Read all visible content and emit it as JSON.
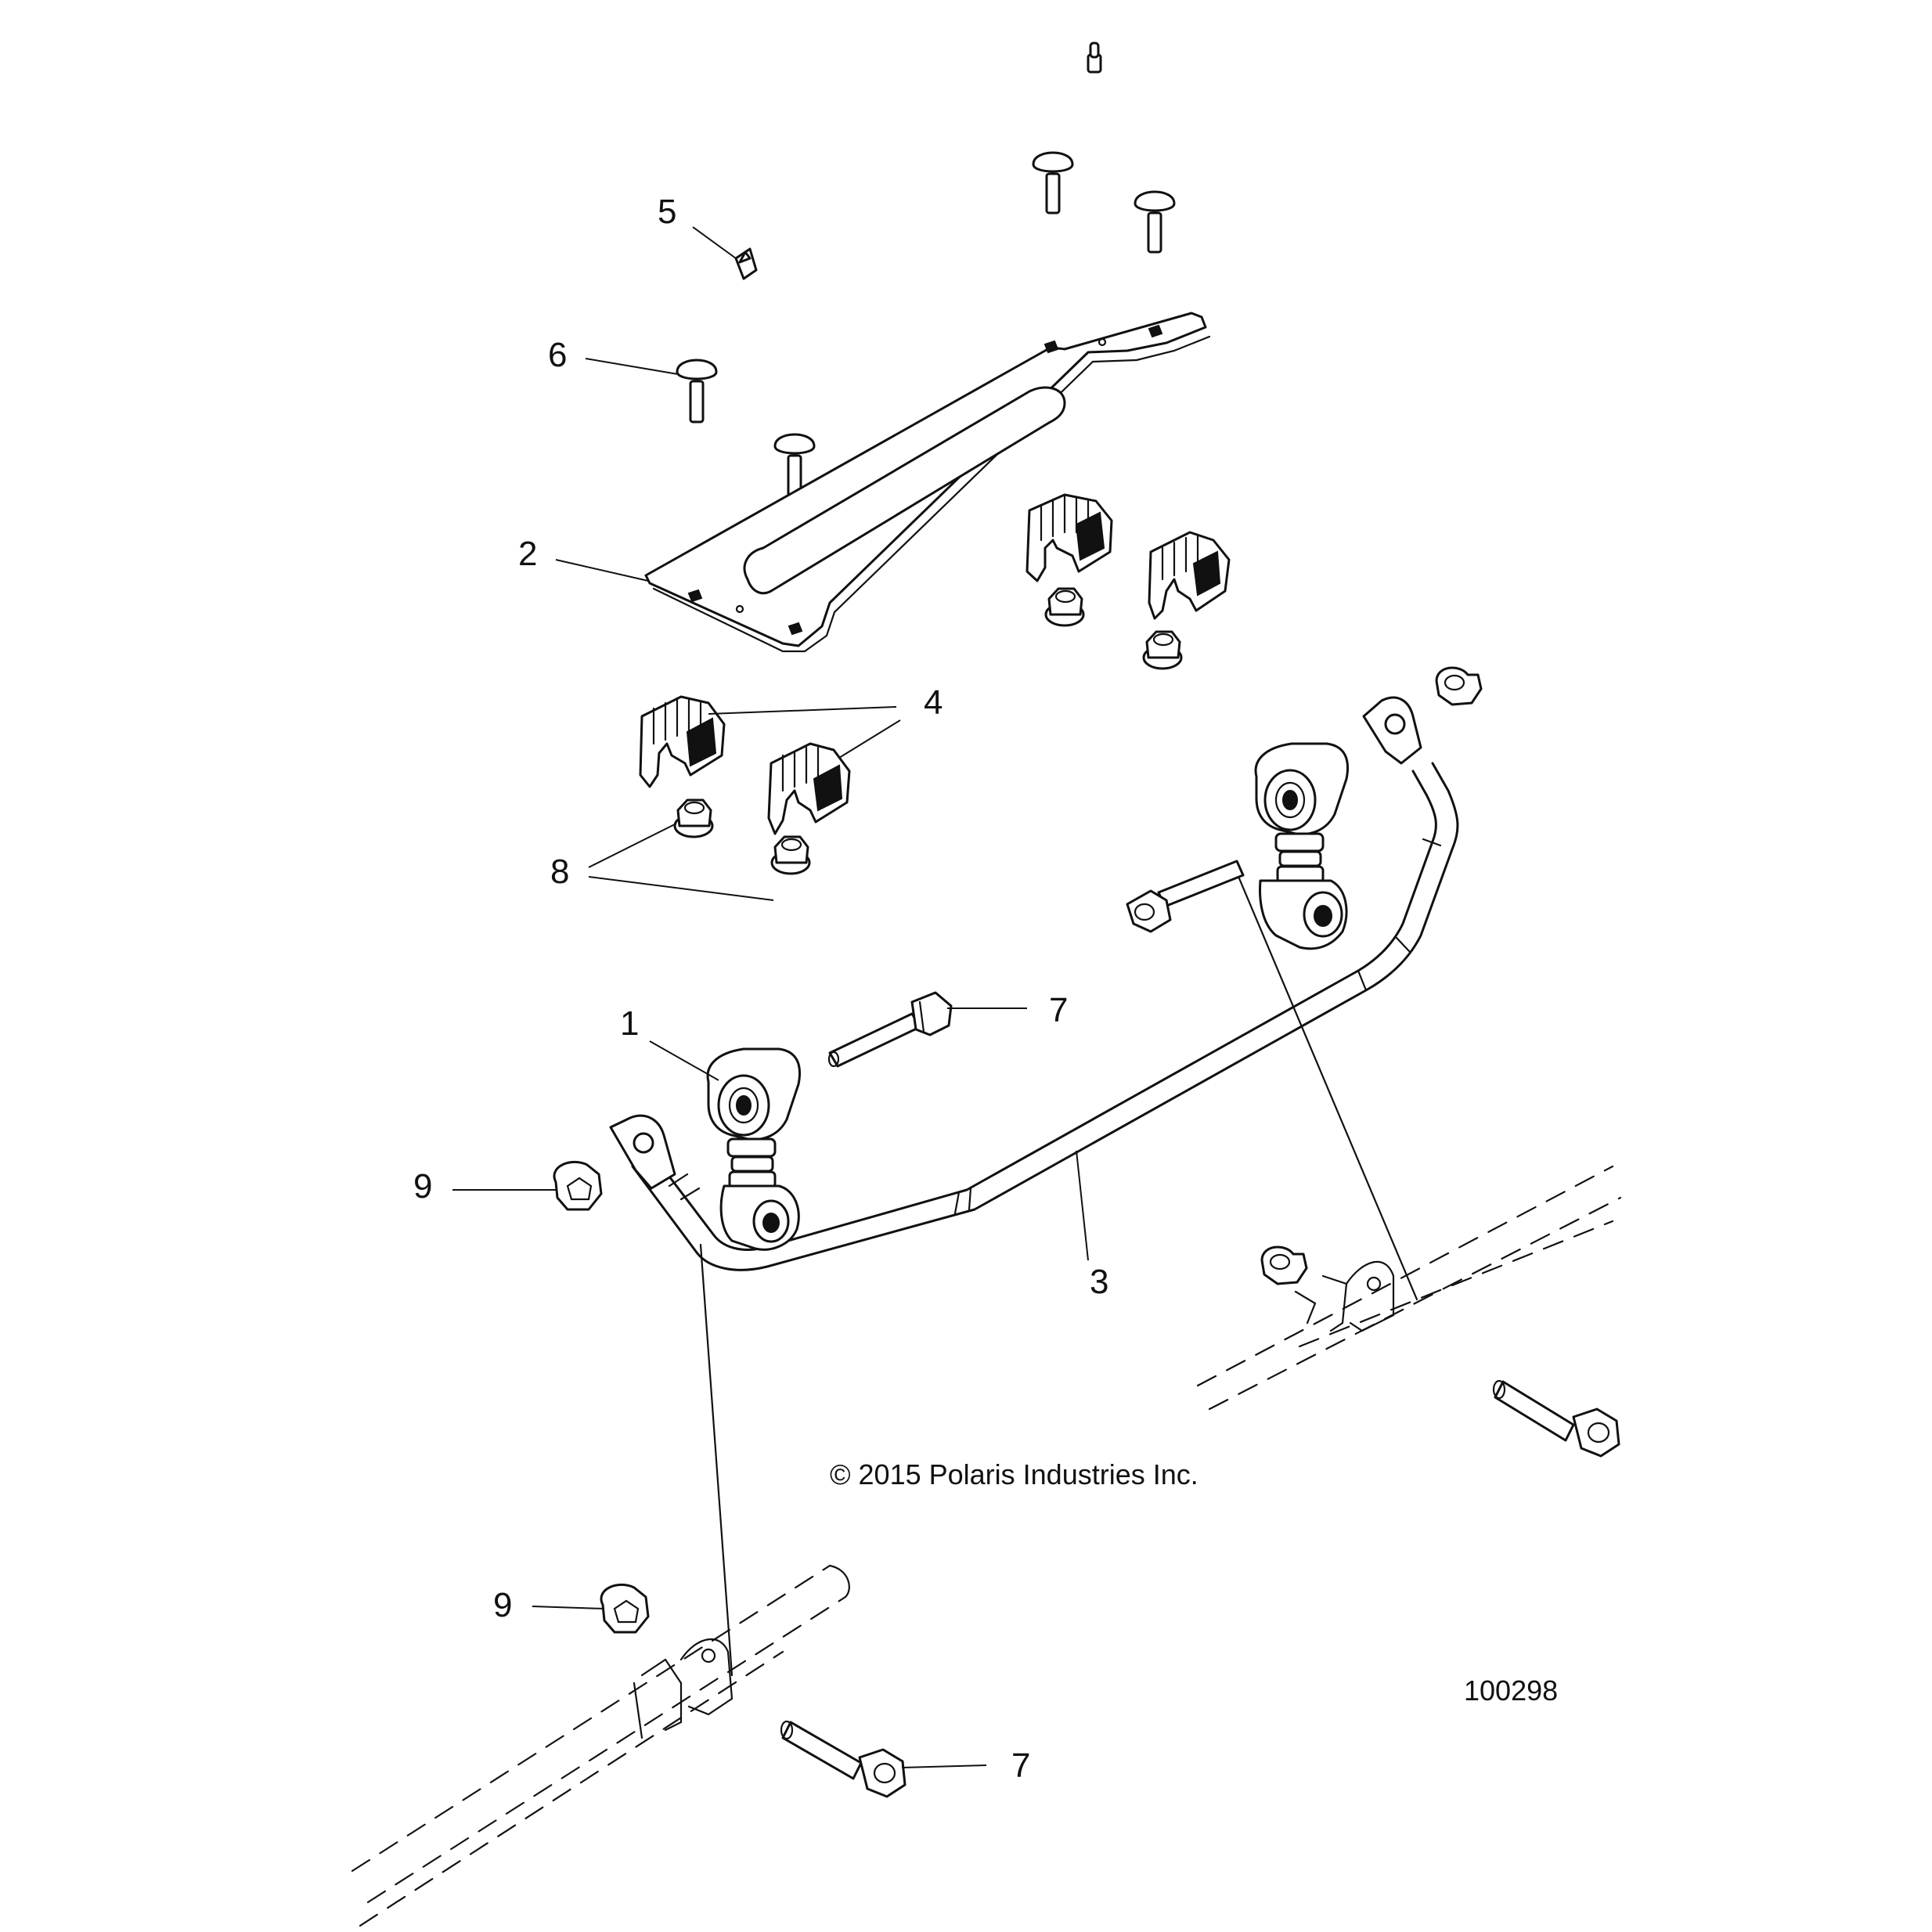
{
  "figure": {
    "copyright": "© 2015 Polaris Industries Inc.",
    "figure_number": "100298"
  },
  "callouts": {
    "c1": "1",
    "c2": "2",
    "c3": "3",
    "c4": "4",
    "c5": "5",
    "c6": "6",
    "c7a": "7",
    "c7b": "7",
    "c8": "8",
    "c9a": "9",
    "c9b": "9"
  }
}
